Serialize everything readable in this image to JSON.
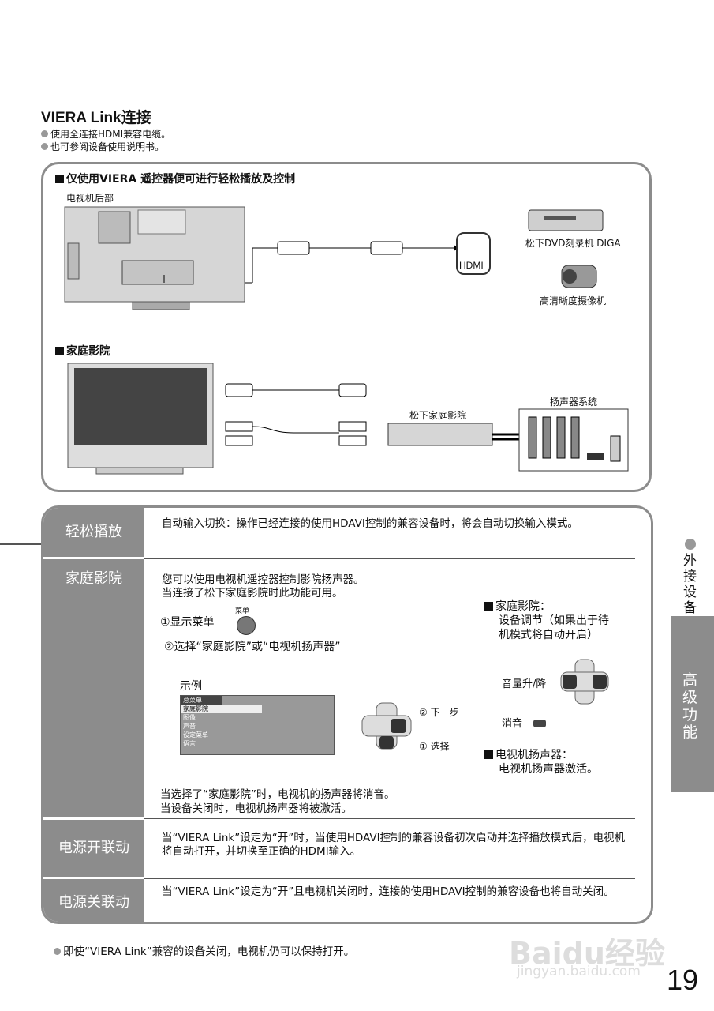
{
  "title": "VIERA Link连接",
  "notes": [
    "使用全连接HDMI兼容电缆。",
    "也可参阅设备使用说明书。"
  ],
  "panel": {
    "section1_title": "仅使用VIERA 遥控器便可进行轻松播放及控制",
    "tv_rear_label": "电视机后部",
    "hdmi_label": "HDMI",
    "dvd_label": "松下DVD刻录机 DIGA",
    "camera_label": "高清晰度摄像机",
    "section2_title": "家庭影院",
    "home_theater_label": "松下家庭影院",
    "speaker_label": "扬声器系统"
  },
  "rows": [
    {
      "label": "轻松播放",
      "text": "自动输入切换：操作已经连接的使用HDAVI控制的兼容设备时，将会自动切换输入模式。"
    },
    {
      "label": "家庭影院",
      "intro1": "您可以使用电视机遥控器控制影院扬声器。",
      "intro2": "当连接了松下家庭影院时此功能可用。",
      "step1": "①显示菜单",
      "menu_btn_label": "菜单",
      "step2": "②选择“家庭影院”或“电视机扬声器”",
      "example_label": "示例",
      "menu_items": [
        "总菜单",
        "家庭影院",
        "图像",
        "声音",
        "设定菜单",
        "语言"
      ],
      "next_label": "② 下一步",
      "select_label": "① 选择",
      "right_title1": "家庭影院：",
      "right_text1a": "设备调节（如果出于待",
      "right_text1b": "机模式将自动开启）",
      "volume_label": "音量升/降",
      "mute_label": "消音",
      "right_title2": "电视机扬声器：",
      "right_text2": "电视机扬声器激活。",
      "footer1": "当选择了“家庭影院”时，电视机的扬声器将消音。",
      "footer2": "当设备关闭时，电视机扬声器将被激活。"
    },
    {
      "label": "电源开联动",
      "text": "当“VIERA Link”设定为“开”时，当使用HDAVI控制的兼容设备初次启动并选择播放模式后，电视机将自动打开，并切换至正确的HDMI输入。"
    },
    {
      "label": "电源关联动",
      "text": "当“VIERA Link”设定为“开”且电视机关闭时，连接的使用HDAVI控制的兼容设备也将自动关闭。"
    }
  ],
  "bottom_note": "即使“VIERA Link”兼容的设备关闭，电视机仍可以保持打开。",
  "side": {
    "section": "外接设备",
    "tab": "高级功能"
  },
  "page_number": "19",
  "watermark": {
    "brand": "Baidu经验",
    "url": "jingyan.baidu.com"
  }
}
